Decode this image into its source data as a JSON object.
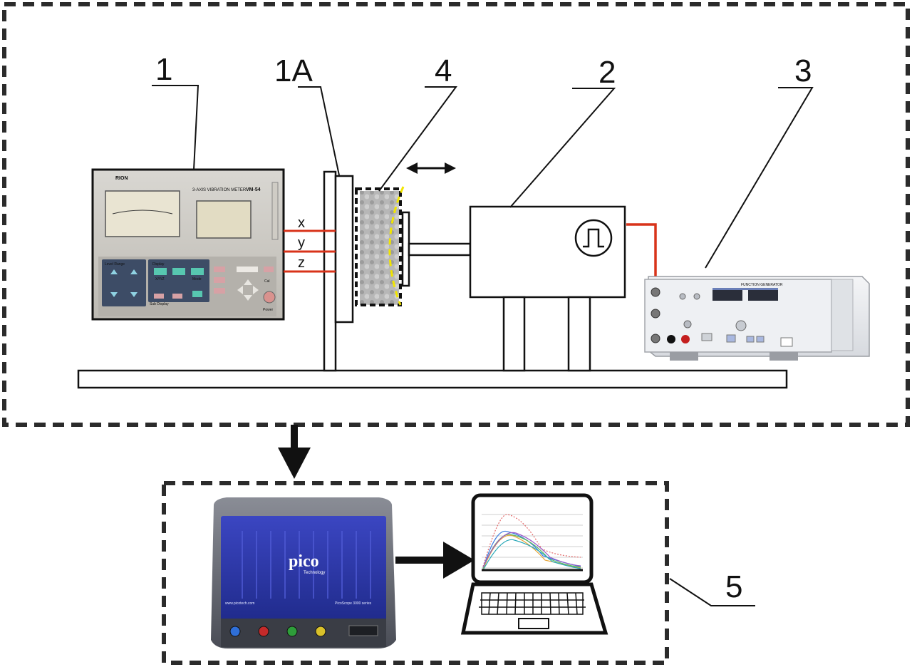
{
  "labels": {
    "vibration_meter": "1",
    "mount_plate": "1A",
    "specimen": "4",
    "shaker": "2",
    "generator": "3",
    "acquisition": "5"
  },
  "axes": {
    "x": "x",
    "y": "y",
    "z": "z"
  },
  "meter": {
    "brand": "RION",
    "title": "3-AXIS VIBRATION METER",
    "model": "VM-54",
    "panel_left": "Level Range",
    "panel_display": "Display",
    "btn_axis": "X/Y/Z",
    "btn_mode": "Mode",
    "btn_sub": "Sub Display",
    "btn_cal": "Cal",
    "btn_power": "Power"
  },
  "generator_brand": "FUNCTION GENERATOR",
  "scope": {
    "brand": "pico",
    "tagline": "Technology",
    "url": "www.picotech.com",
    "series": "PicoScope 3000 series"
  },
  "colors": {
    "line": "#111111",
    "cable": "#d8331a",
    "dash": "#2b2b2b",
    "highlight": "#f2e600",
    "scope_blue": "#2b35a8"
  }
}
